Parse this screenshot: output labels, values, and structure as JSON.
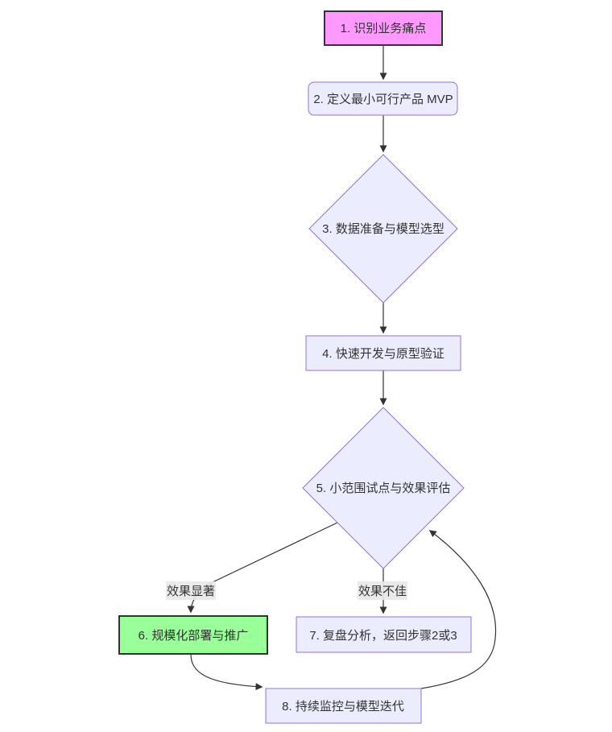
{
  "diagram": {
    "type": "flowchart",
    "direction": "top-down",
    "colors": {
      "background": "#ffffff",
      "node_fill_default": "#ececff",
      "node_border_default": "#9370db",
      "node_fill_start": "#ff99ff",
      "node_fill_success": "#99ff99",
      "node_border_accent": "#333333",
      "edge_color": "#333333",
      "edge_label_bg": "#e8e8e8",
      "text_color": "#333333"
    },
    "nodes": [
      {
        "id": "1",
        "label": "1. 识别业务痛点",
        "shape": "rectangle",
        "fill": "#ff99ff",
        "stroke": "#333333"
      },
      {
        "id": "2",
        "label": "2. 定义最小可行产品 MVP",
        "shape": "rounded-rectangle",
        "fill": "#ececff",
        "stroke": "#9370db"
      },
      {
        "id": "3",
        "label": "3. 数据准备与模型选型",
        "shape": "diamond",
        "fill": "#ececff",
        "stroke": "#9370db"
      },
      {
        "id": "4",
        "label": "4. 快速开发与原型验证",
        "shape": "rectangle",
        "fill": "#ececff",
        "stroke": "#9370db"
      },
      {
        "id": "5",
        "label": "5. 小范围试点与效果评估",
        "shape": "diamond",
        "fill": "#ececff",
        "stroke": "#9370db"
      },
      {
        "id": "6",
        "label": "6. 规模化部署与推广",
        "shape": "rectangle",
        "fill": "#99ff99",
        "stroke": "#333333"
      },
      {
        "id": "7",
        "label": "7. 复盘分析，返回步骤2或3",
        "shape": "rectangle",
        "fill": "#ececff",
        "stroke": "#9370db"
      },
      {
        "id": "8",
        "label": "8. 持续监控与模型迭代",
        "shape": "rectangle",
        "fill": "#ececff",
        "stroke": "#9370db"
      }
    ],
    "edges": [
      {
        "from": "1",
        "to": "2",
        "label": ""
      },
      {
        "from": "2",
        "to": "3",
        "label": ""
      },
      {
        "from": "3",
        "to": "4",
        "label": ""
      },
      {
        "from": "4",
        "to": "5",
        "label": ""
      },
      {
        "from": "5",
        "to": "6",
        "label": "效果显著"
      },
      {
        "from": "5",
        "to": "7",
        "label": "效果不佳"
      },
      {
        "from": "6",
        "to": "8",
        "label": ""
      },
      {
        "from": "8",
        "to": "5",
        "label": ""
      }
    ]
  }
}
